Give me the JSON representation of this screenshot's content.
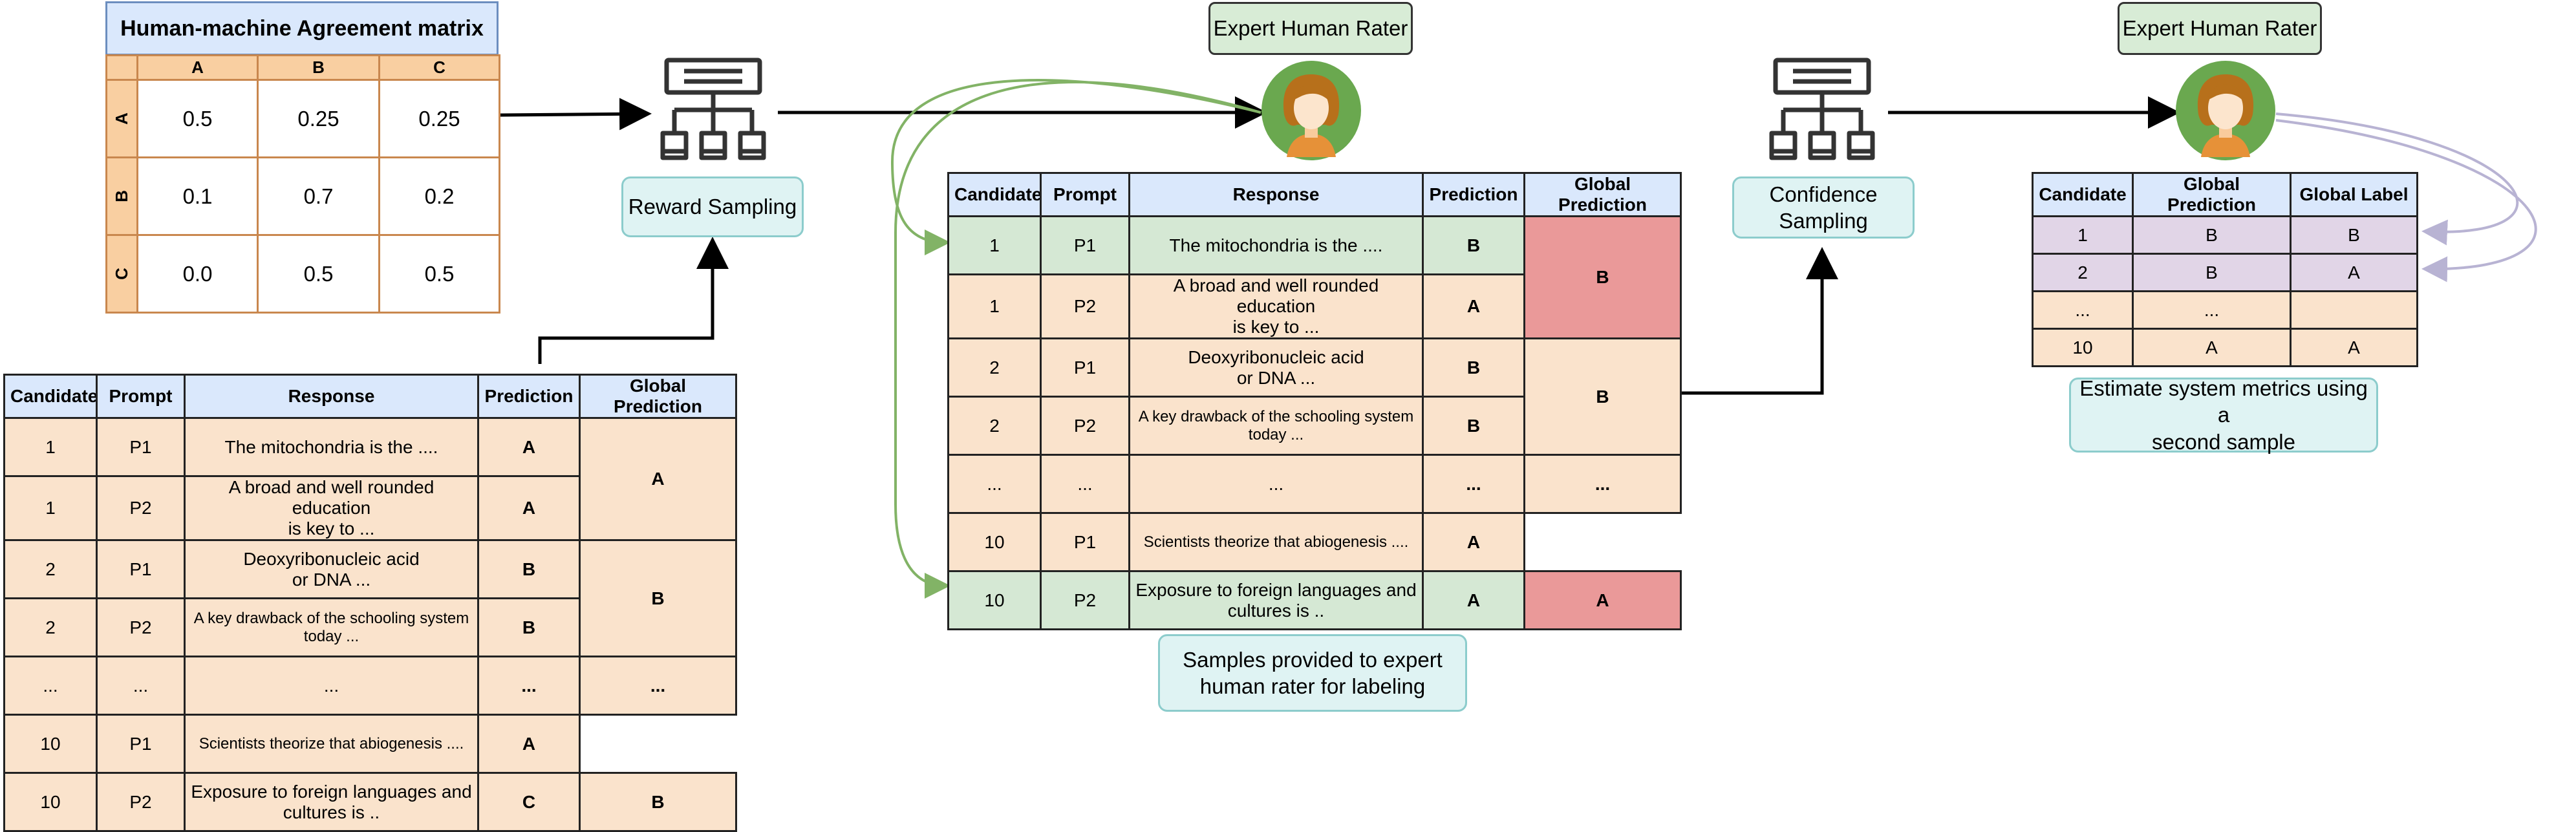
{
  "matrix": {
    "title": "Human-machine Agreement matrix",
    "columns": [
      "A",
      "B",
      "C"
    ],
    "rows": [
      {
        "label": "A",
        "values": [
          "0.5",
          "0.25",
          "0.25"
        ]
      },
      {
        "label": "B",
        "values": [
          "0.1",
          "0.7",
          "0.2"
        ]
      },
      {
        "label": "C",
        "values": [
          "0.0",
          "0.5",
          "0.5"
        ]
      }
    ]
  },
  "reward_sampling": {
    "label": "Reward Sampling"
  },
  "confidence_sampling": {
    "label": "Confidence\nSampling"
  },
  "expert_1": {
    "label": "Expert Human Rater"
  },
  "expert_2": {
    "label": "Expert Human Rater"
  },
  "samples_note": "Samples provided to expert\nhuman rater for labeling",
  "estimate_note": "Estimate system metrics using a\nsecond sample",
  "columns": {
    "candidate": "Candidate",
    "prompt": "Prompt",
    "response": "Response",
    "prediction": "Prediction",
    "global_prediction": "Global Prediction",
    "global_label": "Global Label"
  },
  "table_left": {
    "rows": [
      {
        "candidate": "1",
        "prompt": "P1",
        "response": "The mitochondria is the ....",
        "prediction": "A"
      },
      {
        "candidate": "1",
        "prompt": "P2",
        "response": "A broad and well rounded education\nis key to ...",
        "prediction": "A"
      },
      {
        "candidate": "2",
        "prompt": "P1",
        "response": "Deoxyribonucleic acid\nor DNA ...",
        "prediction": "B"
      },
      {
        "candidate": "2",
        "prompt": "P2",
        "response": "A key drawback of the schooling system\ntoday ...",
        "prediction": "B"
      },
      {
        "candidate": "...",
        "prompt": "...",
        "response": "...",
        "prediction": "..."
      },
      {
        "candidate": "10",
        "prompt": "P1",
        "response": "Scientists theorize that abiogenesis ....",
        "prediction": "A"
      },
      {
        "candidate": "10",
        "prompt": "P2",
        "response": "Exposure to foreign languages and\ncultures is ..",
        "prediction": "C"
      }
    ],
    "global": [
      "A",
      "B",
      "...",
      "B"
    ]
  },
  "table_mid": {
    "rows": [
      {
        "candidate": "1",
        "prompt": "P1",
        "response": "The mitochondria is the ....",
        "prediction": "B",
        "highlight": "green"
      },
      {
        "candidate": "1",
        "prompt": "P2",
        "response": "A broad and well rounded education\nis key to ...",
        "prediction": "A",
        "highlight": "tan"
      },
      {
        "candidate": "2",
        "prompt": "P1",
        "response": "Deoxyribonucleic acid\nor DNA ...",
        "prediction": "B",
        "highlight": "tan"
      },
      {
        "candidate": "2",
        "prompt": "P2",
        "response": "A key drawback of the schooling system\ntoday ...",
        "prediction": "B",
        "highlight": "tan"
      },
      {
        "candidate": "...",
        "prompt": "...",
        "response": "...",
        "prediction": "...",
        "highlight": "tan"
      },
      {
        "candidate": "10",
        "prompt": "P1",
        "response": "Scientists theorize that abiogenesis ....",
        "prediction": "A",
        "highlight": "tan"
      },
      {
        "candidate": "10",
        "prompt": "P2",
        "response": "Exposure to foreign languages and\ncultures is ..",
        "prediction": "A",
        "highlight": "green"
      }
    ],
    "global": [
      "B",
      "B",
      "...",
      "A"
    ],
    "global_colors": [
      "#ea9999",
      "#fae3cc",
      "#fae3cc",
      "#ea9999"
    ]
  },
  "table_right": {
    "rows": [
      {
        "candidate": "1",
        "global_prediction": "B",
        "global_label": "B",
        "highlight": "purple"
      },
      {
        "candidate": "2",
        "global_prediction": "B",
        "global_label": "A",
        "highlight": "purple"
      },
      {
        "candidate": "...",
        "global_prediction": "...",
        "global_label": "",
        "highlight": "tan"
      },
      {
        "candidate": "10",
        "global_prediction": "A",
        "global_label": "A",
        "highlight": "tan"
      }
    ]
  },
  "colors": {
    "header_blue": "#dae8fc",
    "row_tan": "#fae3cc",
    "row_green": "#d5e8d4",
    "row_purple": "#e1d5e7",
    "global_red": "#ea9999",
    "cyan_box": "#dff3f3",
    "green_arrow": "#82b366",
    "purple_arrow": "#b8b3d3",
    "avatar_bg": "#6aa84f"
  },
  "icons": [
    "server-hierarchy-icon",
    "person-avatar-icon"
  ]
}
